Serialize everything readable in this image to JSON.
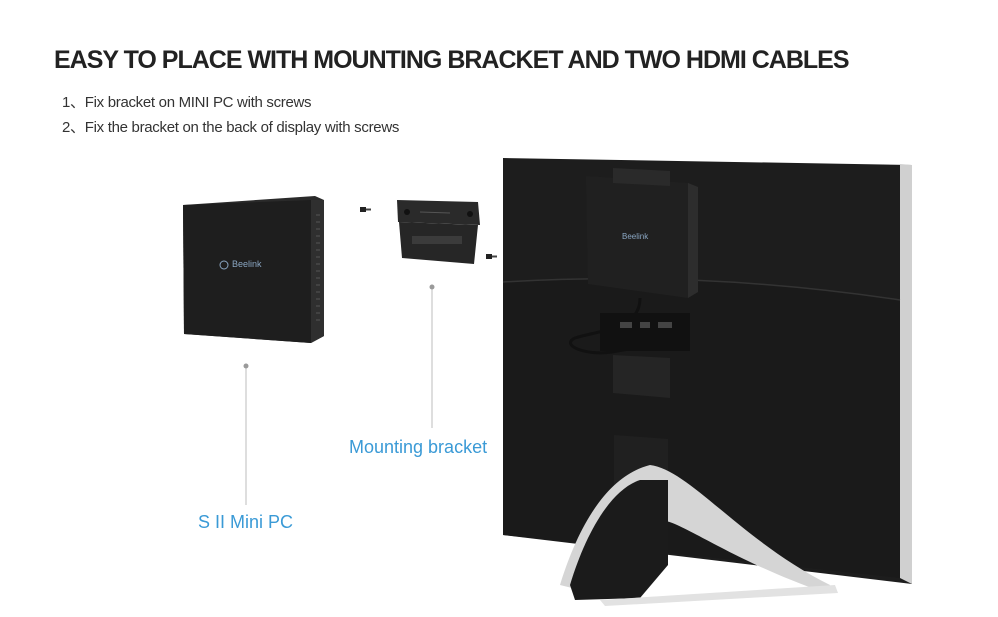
{
  "heading": "EASY TO PLACE WITH MOUNTING BRACKET AND TWO HDMI CABLES",
  "steps": [
    "1、Fix bracket on MINI PC with screws",
    "2、Fix the bracket on the back of display with screws"
  ],
  "labels": {
    "bracket": "Mounting bracket",
    "mini_pc": "S II  Mini PC"
  },
  "brand_logo_text": "Beelink",
  "colors": {
    "label_blue": "#3a9ad6",
    "device_black": "#1c1c1c",
    "stand_silver": "#c8c8c8"
  }
}
